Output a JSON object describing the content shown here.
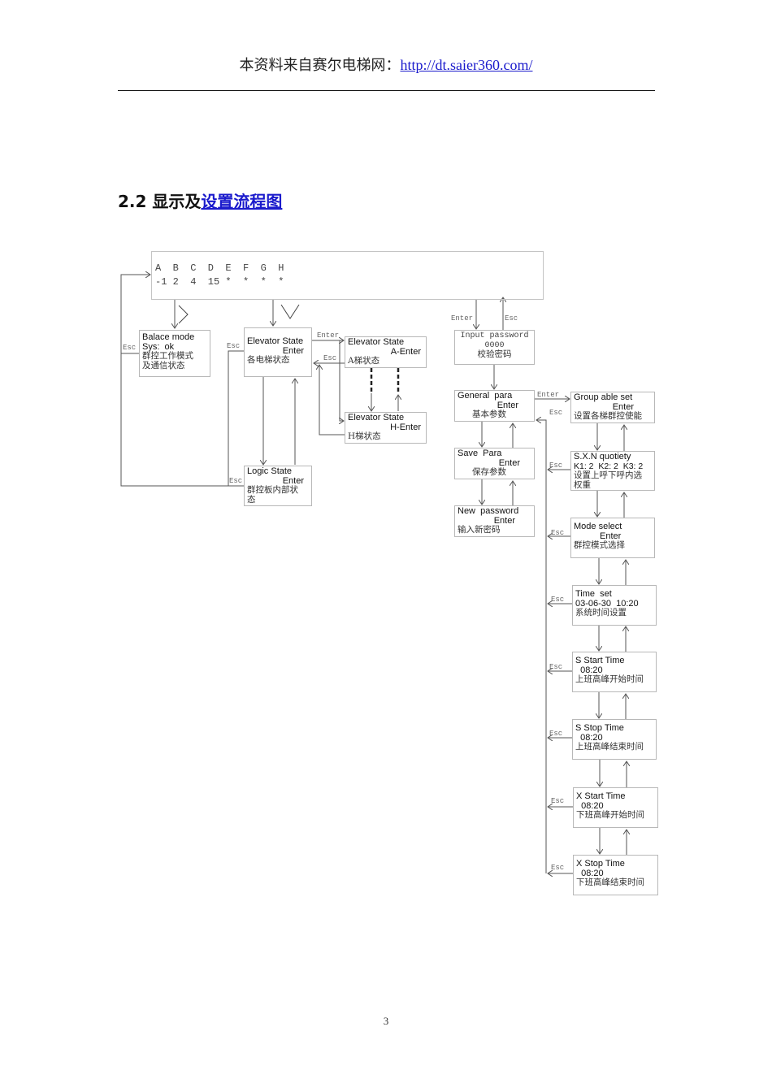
{
  "header": {
    "source_text": "本资料来自赛尔电梯网：",
    "link_text": "http://dt.saier360.com/"
  },
  "section": {
    "number": "2.2 ",
    "title_plain": "显示及",
    "title_link": "设置流程图"
  },
  "display": {
    "row1": "A  B  C  D  E  F  G  H",
    "row2": "-1 2  4  15 *  *  *  *"
  },
  "nav_symbols": {
    "right": "﹥",
    "down": "∨"
  },
  "boxes": {
    "balance": [
      "Balace mode",
      "Sys:  ok",
      "群控工作模式",
      "及通信状态"
    ],
    "elevator_state": [
      "Elevator State",
      "Enter",
      "各电梯状态"
    ],
    "elevator_a": [
      "Elevator State",
      "A-Enter",
      "A梯状态"
    ],
    "elevator_h": [
      "Elevator State",
      "H-Enter",
      "H梯状态"
    ],
    "logic_state": [
      "Logic State",
      "Enter",
      "群控板内部状",
      "态"
    ],
    "input_password": [
      "Input password",
      "0000",
      "校验密码"
    ],
    "general_para": [
      "General  para",
      "Enter",
      "基本参数"
    ],
    "save_para": [
      "Save  Para",
      "Enter",
      "保存参数"
    ],
    "new_password": [
      "New  password",
      "Enter",
      "输入新密码"
    ],
    "group_able": [
      "Group able set",
      "Enter",
      "设置各梯群控使能"
    ],
    "sxn": [
      "S.X.N quotiety",
      "K1: 2  K2: 2  K3: 2",
      "设置上呼下呼内选",
      "权重"
    ],
    "mode_select": [
      "Mode select",
      "Enter",
      "群控模式选择"
    ],
    "time_set": [
      "Time  set",
      "03-06-30  10:20",
      "系统时间设置"
    ],
    "s_start": [
      "S Start Time",
      "  08:20",
      "上班高峰开始时间"
    ],
    "s_stop": [
      "S Stop Time",
      "  08:20",
      "上班高峰结束时间"
    ],
    "x_start": [
      "X Start Time",
      "  08:20",
      "下班高峰开始时间"
    ],
    "x_stop": [
      "X Stop Time",
      "  08:20",
      "下班高峰结束时间"
    ]
  },
  "labels": {
    "enter": "Enter",
    "esc": "Esc"
  },
  "page_number": "3"
}
